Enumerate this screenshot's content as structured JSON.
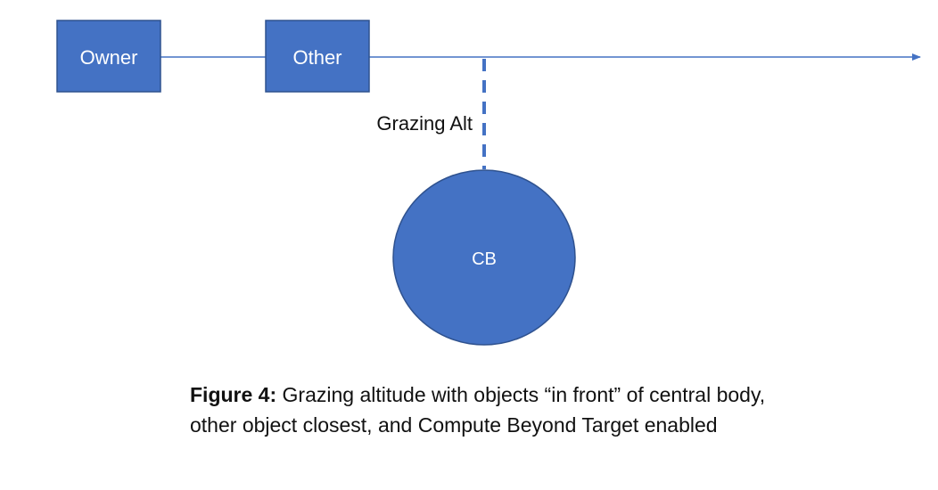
{
  "colors": {
    "box_fill": "#4472C4",
    "box_stroke": "#2F528F",
    "line": "#4472C4",
    "text": "#111111"
  },
  "diagram": {
    "owner_label": "Owner",
    "other_label": "Other",
    "grazing_label": "Grazing Alt",
    "central_body_label": "CB"
  },
  "caption": {
    "prefix": "Figure 4:",
    "text": " Grazing altitude with objects “in front” of central body, other object closest, and Compute Beyond Target enabled"
  }
}
